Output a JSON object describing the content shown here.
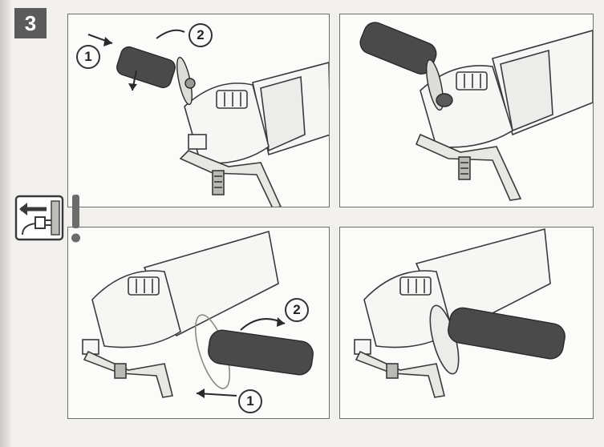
{
  "step": {
    "number": "3"
  },
  "panels": [
    {
      "id": "p1",
      "callouts": [
        "1",
        "2"
      ]
    },
    {
      "id": "p2",
      "callouts": []
    },
    {
      "id": "p3",
      "callouts": [
        "2",
        "1"
      ]
    },
    {
      "id": "p4",
      "callouts": []
    }
  ],
  "icons": {
    "unplug": "unplug-power-icon",
    "warning": "exclamation-icon"
  },
  "colors": {
    "line": "#3a3a3a",
    "handle": "#4a4a4a",
    "badge": "#5b5b5b"
  }
}
